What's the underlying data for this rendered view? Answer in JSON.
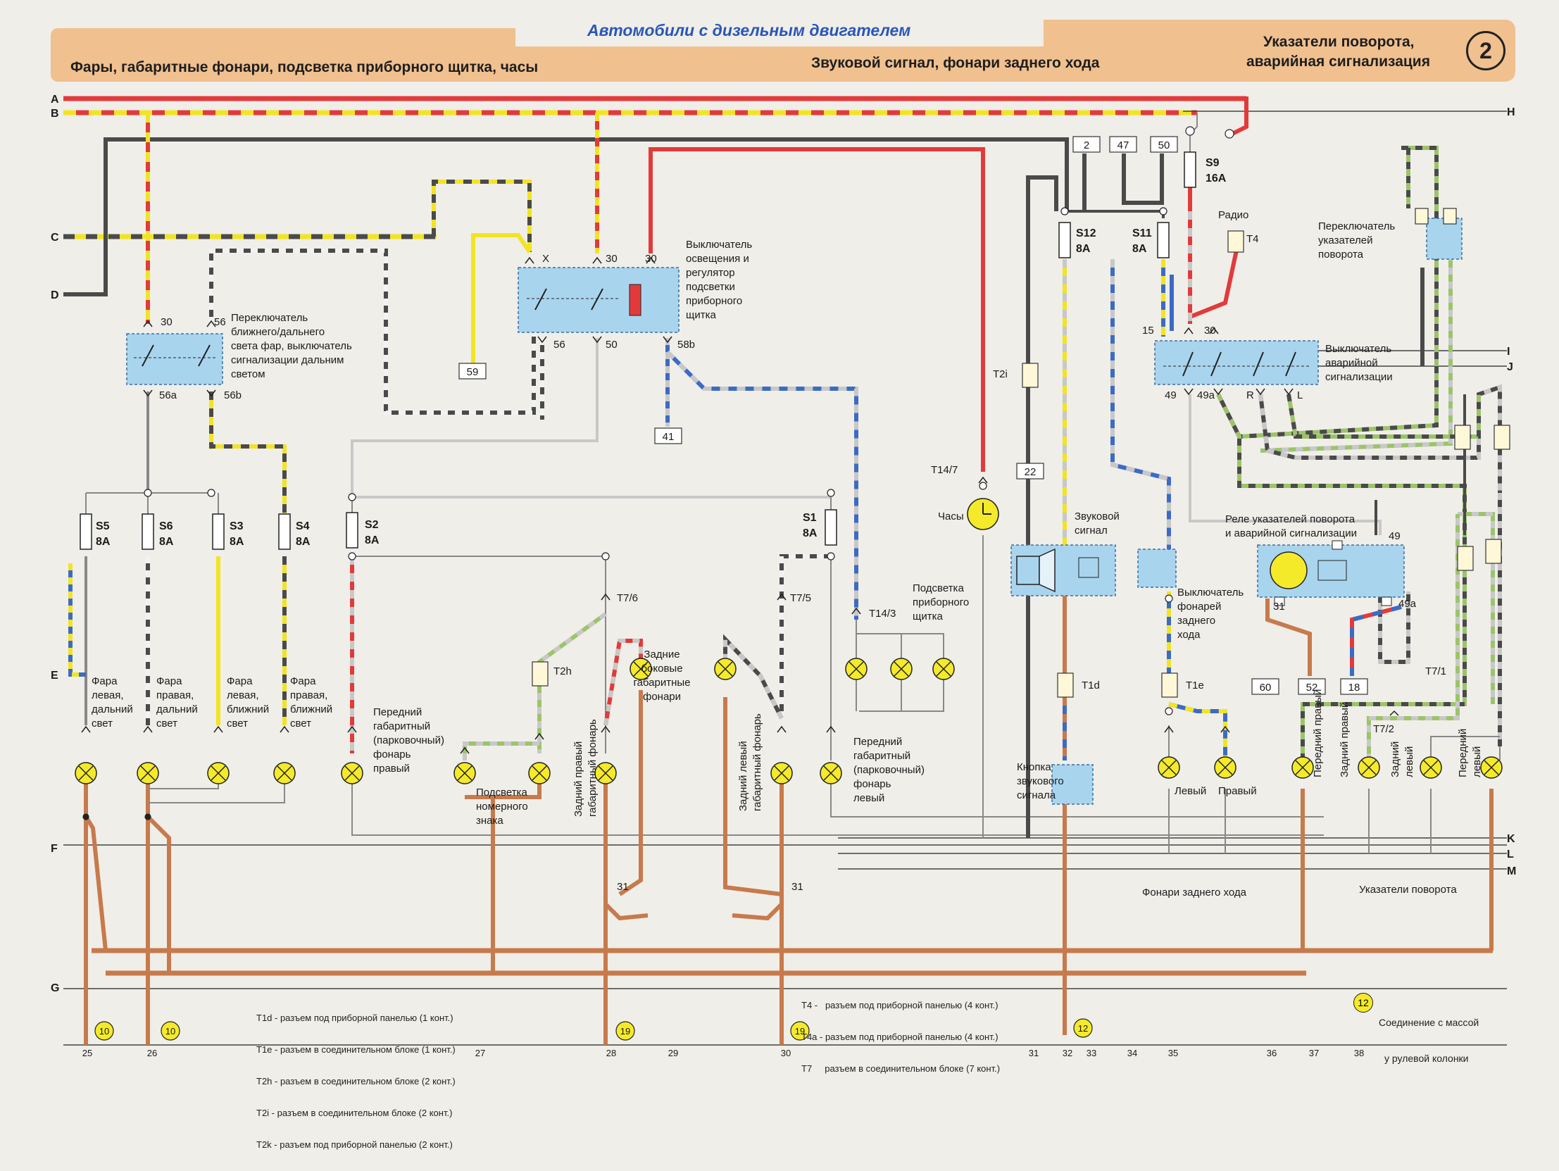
{
  "header": {
    "title": "Автомобили с дизельным двигателем",
    "section_left": "Фары, габаритные фонари, подсветка приборного щитка, часы",
    "section_mid": "Звуковой сигнал, фонари заднего хода",
    "section_right_1": "Указатели поворота,",
    "section_right_2": "аварийная сигнализация",
    "page_number": "2"
  },
  "left_bus": [
    "A",
    "B",
    "C",
    "D",
    "E",
    "F",
    "G"
  ],
  "right_bus": [
    "H",
    "I",
    "J",
    "K",
    "L",
    "M"
  ],
  "connectors": [
    "59",
    "41",
    "22",
    "2",
    "47",
    "50",
    "60",
    "52",
    "18"
  ],
  "fuses": [
    {
      "name": "S5",
      "rating": "8A"
    },
    {
      "name": "S6",
      "rating": "8A"
    },
    {
      "name": "S3",
      "rating": "8A"
    },
    {
      "name": "S4",
      "rating": "8A"
    },
    {
      "name": "S2",
      "rating": "8A"
    },
    {
      "name": "S1",
      "rating": "8A"
    },
    {
      "name": "S12",
      "rating": "8A"
    },
    {
      "name": "S11",
      "rating": "8A"
    },
    {
      "name": "S9",
      "rating": "16A"
    }
  ],
  "components": {
    "headlight_switch": [
      "Переключатель",
      "ближнего/дальнего",
      "света фар, выключатель",
      "сигнализации дальним",
      "светом"
    ],
    "light_switch": [
      "Выключатель",
      "освещения и",
      "регулятор",
      "подсветки",
      "приборного",
      "щитка"
    ],
    "fl_high": [
      "Фара",
      "левая,",
      "дальний",
      "свет"
    ],
    "fr_high": [
      "Фара",
      "правая,",
      "дальний",
      "свет"
    ],
    "fl_low": [
      "Фара",
      "левая,",
      "ближний",
      "свет"
    ],
    "fr_low": [
      "Фара",
      "правая,",
      "ближний",
      "свет"
    ],
    "park_right": [
      "Передний",
      "габаритный",
      "(парковочный)",
      "фонарь",
      "правый"
    ],
    "plate": [
      "Подсветка",
      "номерного",
      "знака"
    ],
    "rear_right": [
      "Задний правый",
      "габаритный фонарь"
    ],
    "rear_side": [
      "Задние",
      "боковые",
      "габаритные",
      "фонари"
    ],
    "rear_left": [
      "Задний левый",
      "габаритный фонарь"
    ],
    "park_left": [
      "Передний",
      "габаритный",
      "(парковочный)",
      "фонарь",
      "левый"
    ],
    "panel_light": [
      "Подсветка",
      "приборного",
      "щитка"
    ],
    "clock": "Часы",
    "horn": [
      "Звуковой",
      "сигнал"
    ],
    "horn_button": [
      "Кнопка",
      "звукового",
      "сигнала"
    ],
    "reverse_switch": [
      "Выключатель",
      "фонарей",
      "заднего",
      "хода"
    ],
    "radio": "Радио",
    "turn_switch": [
      "Переключатель",
      "указателей",
      "поворота"
    ],
    "hazard_switch": [
      "Выключатель",
      "аварийной",
      "сигнализации"
    ],
    "relay": [
      "Реле указателей поворота",
      "и аварийной сигнализации"
    ],
    "reverse_left": "Левый",
    "reverse_right": "Правый",
    "turn_fr": "Передний правый",
    "turn_rr": "Задний правый",
    "turn_rl": [
      "Задний",
      "левый"
    ],
    "turn_fl": [
      "Передний",
      "левый"
    ]
  },
  "pin_labels": {
    "p30a": "30",
    "p56": "56",
    "p56a": "56a",
    "p56b": "56b",
    "pX": "X",
    "p30b": "30",
    "p30c": "30",
    "p56c": "56",
    "p50": "50",
    "p58b": "58b",
    "p15": "15",
    "p30d": "30",
    "p49": "49",
    "p49a": "49a",
    "pR": "R",
    "pL": "L",
    "p49r": "49",
    "p31r": "31",
    "p49ar": "49a",
    "T2h": "T2h",
    "T7_6": "T7/6",
    "T7_5": "T7/5",
    "T14_3": "T14/3",
    "T14_7": "T14/7",
    "T2i": "T2i",
    "T4": "T4",
    "T1d": "T1d",
    "T1e": "T1e",
    "T7_1": "T7/1",
    "T7_2": "T7/2",
    "g31a": "31",
    "g31b": "31"
  },
  "section_labels": {
    "reverse": "Фонари заднего хода",
    "turn": "Указатели поворота"
  },
  "ground_circles": [
    "10",
    "10",
    "19",
    "19",
    "12"
  ],
  "bottom_numbers": [
    "25",
    "26",
    "27",
    "28",
    "29",
    "30",
    "31",
    "32",
    "33",
    "34",
    "35",
    "36",
    "37",
    "38"
  ],
  "legend_left": [
    "T1d - разъем под приборной панелью (1 конт.)",
    "T1e - разъем в соединительном блоке (1 конт.)",
    "T2h - разъем в соединительном блоке (2 конт.)",
    "T2i - разъем в соединительном блоке (2 конт.)",
    "T2k - разъем под приборной панелью (2 конт.)"
  ],
  "legend_mid": [
    "T4 -   разъем под приборной панелью (4 конт.)",
    "T4a - разъем под приборной панелью (4 конт.)",
    "T7     разъем в соединительном блоке (7 конт.)"
  ],
  "legend_right": {
    "circle": "12",
    "text1": "Соединение с массой",
    "text2": "у рулевой колонки"
  },
  "colors": {
    "banner": "#f0c08f",
    "title": "#2a56b8",
    "component_fill": "#a9d4ee",
    "lamp": "#f4ea2a",
    "red": "#e23a3a",
    "brown": "#c77a4b",
    "yellow": "#f2e424",
    "dark": "#4a4a4a",
    "green": "#9cc46a",
    "blue": "#3c6bc4",
    "grey": "#c8c8c8"
  }
}
